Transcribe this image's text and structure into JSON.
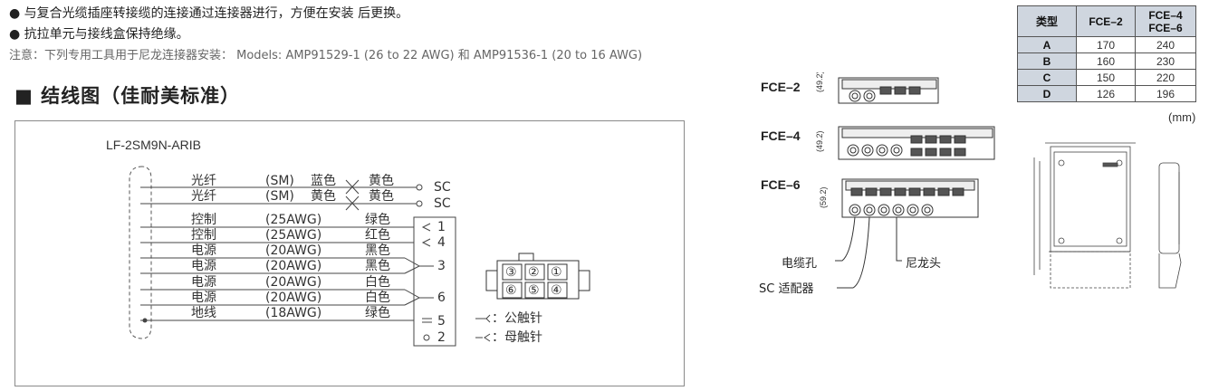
{
  "bullets": [
    "● 与复合光缆插座转接缆的连接通过连接器进行，方便在安装 后更换。",
    "● 抗拉单元与接线盒保持绝缘。"
  ],
  "note": "注意：下列专用工具用于尼龙连接器安装：  Models: AMP91529-1 (26 to 22 AWG) 和 AMP91536-1 (20 to 16 AWG)",
  "section_title": "■ 结线图（佳耐美标准）",
  "wiring": {
    "cable_model": "LF-2SM9N-ARIB",
    "rows": [
      {
        "name": "光纤",
        "spec": "(SM)",
        "color_a": "蓝色",
        "color_b": "黄色",
        "term": "SC"
      },
      {
        "name": "光纤",
        "spec": "(SM)",
        "color_a": "黄色",
        "color_b": "黄色",
        "term": "SC"
      },
      {
        "name": "控制",
        "spec": "(25AWG)",
        "color_b": "绿色",
        "term": "1"
      },
      {
        "name": "控制",
        "spec": "(25AWG)",
        "color_b": "红色",
        "term": "4"
      },
      {
        "name": "电源",
        "spec": "(20AWG)",
        "color_b": "黑色",
        "term": ""
      },
      {
        "name": "电源",
        "spec": "(20AWG)",
        "color_b": "黑色",
        "term": "3"
      },
      {
        "name": "电源",
        "spec": "(20AWG)",
        "color_b": "白色",
        "term": ""
      },
      {
        "name": "电源",
        "spec": "(20AWG)",
        "color_b": "白色",
        "term": "6"
      },
      {
        "name": "地线",
        "spec": "(18AWG)",
        "color_b": "绿色",
        "term": "5"
      },
      {
        "name": "",
        "spec": "",
        "color_b": "",
        "term": "2"
      }
    ],
    "pins": [
      "③",
      "②",
      "①",
      "⑥",
      "⑤",
      "④"
    ],
    "legend_male": "：公触针",
    "legend_female": "：母触针"
  },
  "table": {
    "headers": [
      "类型",
      "FCE–2",
      "FCE–4\nFCE–6"
    ],
    "header_c3_line1": "FCE–4",
    "header_c3_line2": "FCE–6",
    "rows": [
      {
        "k": "A",
        "v1": "170",
        "v2": "240"
      },
      {
        "k": "B",
        "v1": "160",
        "v2": "230"
      },
      {
        "k": "C",
        "v1": "150",
        "v2": "220"
      },
      {
        "k": "D",
        "v1": "126",
        "v2": "196"
      }
    ],
    "unit": "(mm)"
  },
  "products": {
    "fce2": "FCE–2",
    "fce4": "FCE–4",
    "fce6": "FCE–6",
    "dim2": "(49.2)",
    "dim4": "(49.2)",
    "dim6": "(59.2)",
    "label_cable_hole": "电缆孔",
    "label_sc_adapter": "SC 适配器",
    "label_nylon": "尼龙头"
  }
}
